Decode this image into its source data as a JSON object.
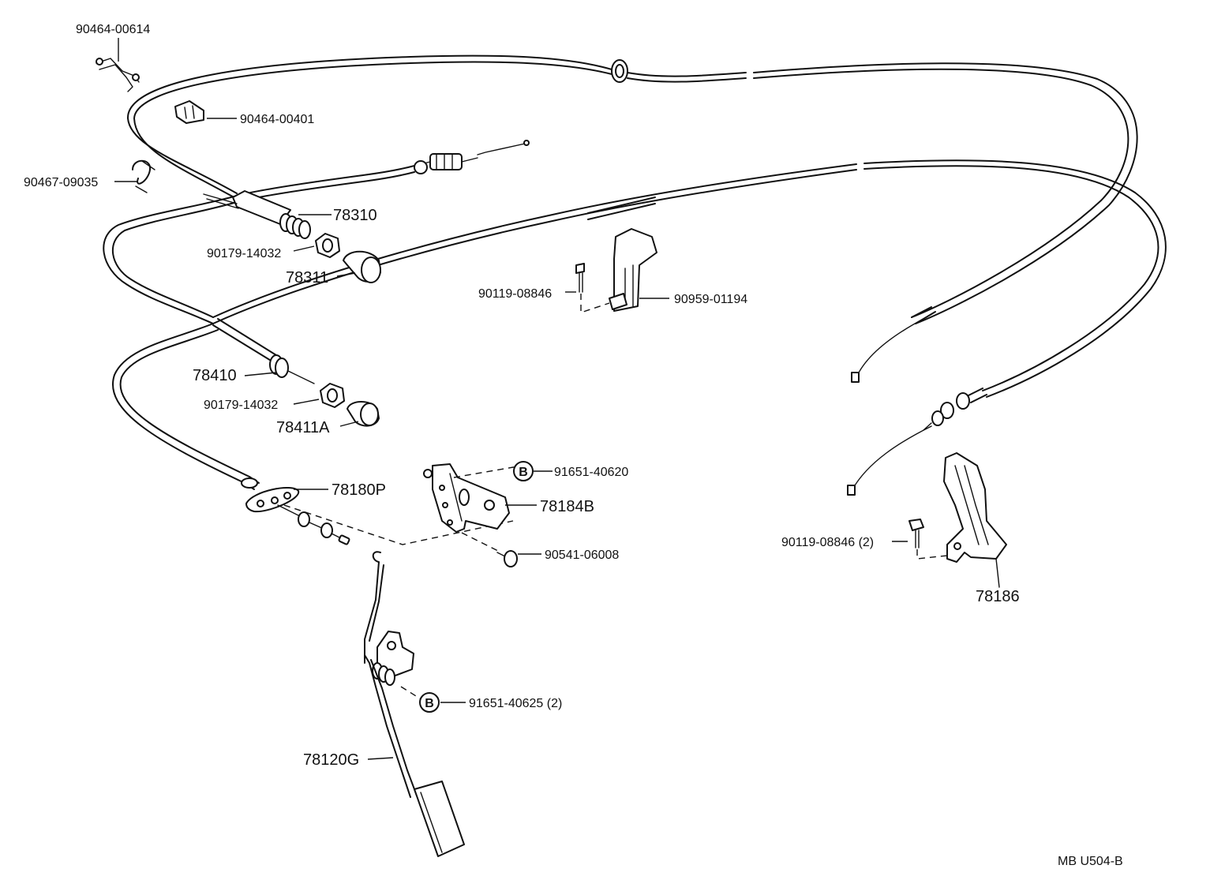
{
  "diagram": {
    "part_labels": {
      "p90464_00614": "90464-00614",
      "p90464_00401": "90464-00401",
      "p90467_09035": "90467-09035",
      "p78310": "78310",
      "p90179_14032_a": "90179-14032",
      "p78311": "78311",
      "p90119_08846_a": "90119-08846",
      "p90959_01194": "90959-01194",
      "p78410": "78410",
      "p90179_14032_b": "90179-14032",
      "p78411a": "78411A",
      "p91651_40620": "91651-40620",
      "p78180p": "78180P",
      "p78184b": "78184B",
      "p90541_06008": "90541-06008",
      "p90119_08846_b": "90119-08846 (2)",
      "p78186": "78186",
      "p91651_40625": "91651-40625 (2)",
      "p78120g": "78120G"
    },
    "callout_letter": "B",
    "diagram_code": "MB  U504-B"
  }
}
